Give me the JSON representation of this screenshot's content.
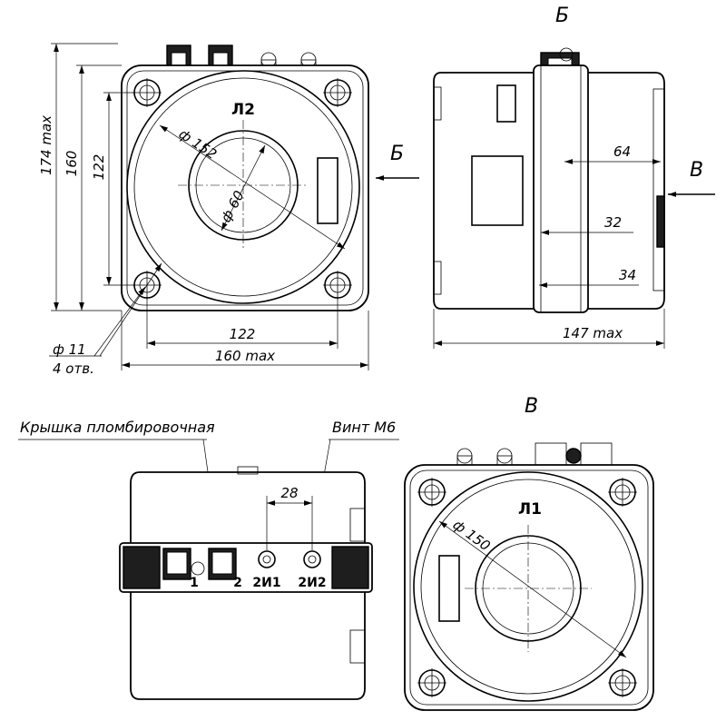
{
  "views": {
    "front": {
      "marking": "Л2",
      "dims": {
        "height_overall": "174 max",
        "height": "160",
        "hole_spacing_v": "122",
        "hole_spacing_h": "122",
        "width": "160 max",
        "outer_dia": "ф 152",
        "inner_dia": "ф 60",
        "hole_dia": "ф 11",
        "hole_count": "4 отв."
      }
    },
    "side": {
      "view_label": "Б",
      "arrow_b_label": "Б",
      "arrow_v_label": "В",
      "dims": {
        "d64": "64",
        "d32": "32",
        "d34": "34",
        "width": "147 max"
      }
    },
    "bottom": {
      "callout_cover": "Крышка пломбировочная",
      "callout_screw": "Винт М6",
      "dims": {
        "spacing": "28"
      },
      "terminals": [
        "1",
        "2",
        "2И1",
        "2И2"
      ]
    },
    "back": {
      "view_label": "В",
      "marking": "Л1",
      "dims": {
        "outer_dia": "ф 150"
      }
    }
  }
}
